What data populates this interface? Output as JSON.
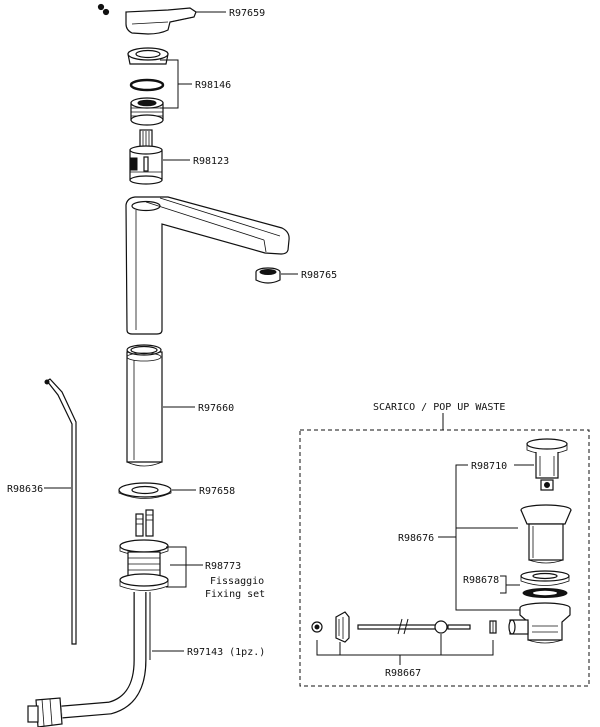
{
  "labels": {
    "r97659": "R97659",
    "r98146": "R98146",
    "r98123": "R98123",
    "r98765": "R98765",
    "r97660": "R97660",
    "r98636": "R98636",
    "r97658": "R97658",
    "r98773": "R98773",
    "fissaggio": "Fissaggio",
    "fixing_set": "Fixing set",
    "r97143": "R97143 (1pz.)",
    "r98710": "R98710",
    "r98676": "R98676",
    "r98678": "R98678",
    "r98667": "R98667"
  },
  "waste_box": {
    "title": "SCARICO / POP UP WASTE"
  }
}
